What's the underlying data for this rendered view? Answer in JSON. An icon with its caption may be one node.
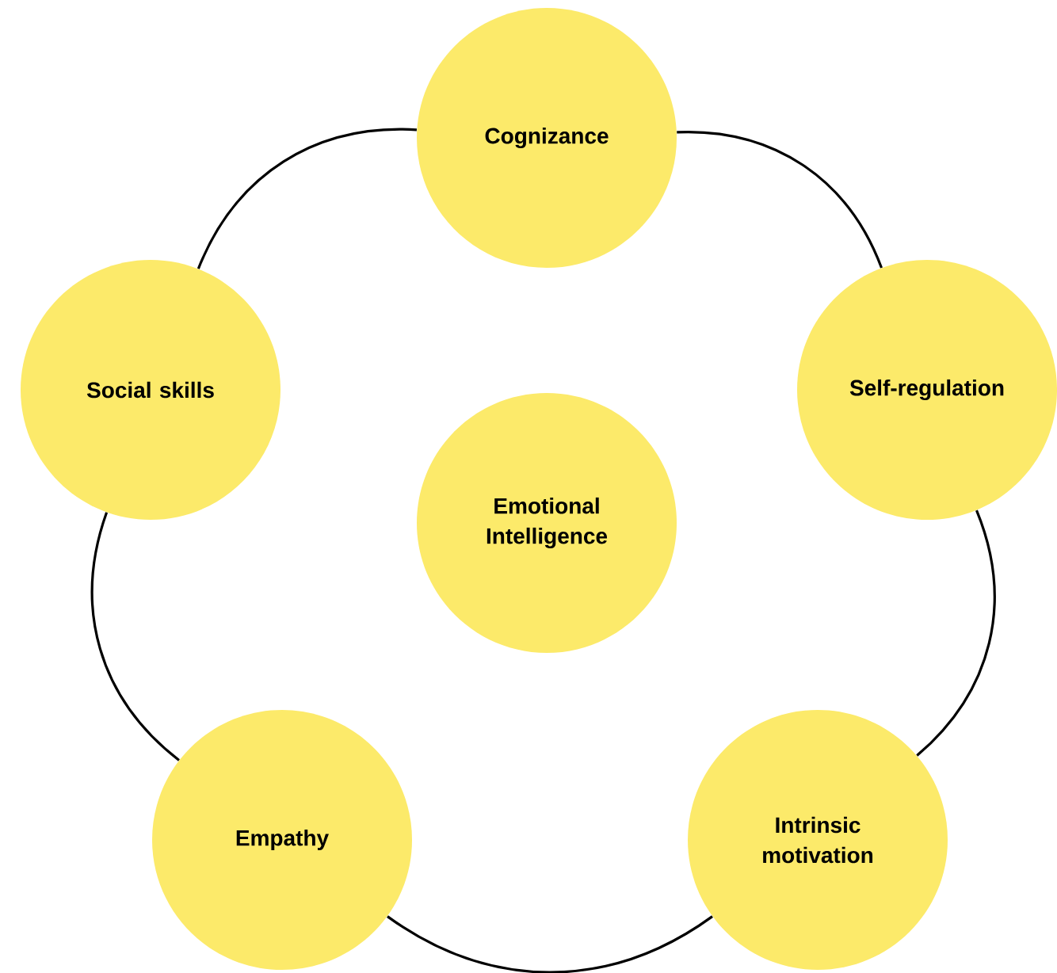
{
  "diagram": {
    "nodes": [
      {
        "text": [
          "Cognizance"
        ]
      },
      {
        "text": [
          "Social skills"
        ]
      },
      {
        "text": [
          "Self-regulation"
        ]
      },
      {
        "text": [
          "Emotional Intelligence"
        ]
      },
      {
        "text": [
          "Empathy"
        ]
      },
      {
        "text": [
          "Intrinsic motivation"
        ]
      }
    ],
    "edges": [
      {
        "from": 0,
        "to": 2,
        "arrow": "none"
      },
      {
        "from": 2,
        "to": 5,
        "arrow": "none"
      },
      {
        "from": 5,
        "to": 4,
        "arrow": "none"
      },
      {
        "from": 4,
        "to": 1,
        "arrow": "none"
      },
      {
        "from": 1,
        "to": 0,
        "arrow": "none"
      }
    ]
  }
}
